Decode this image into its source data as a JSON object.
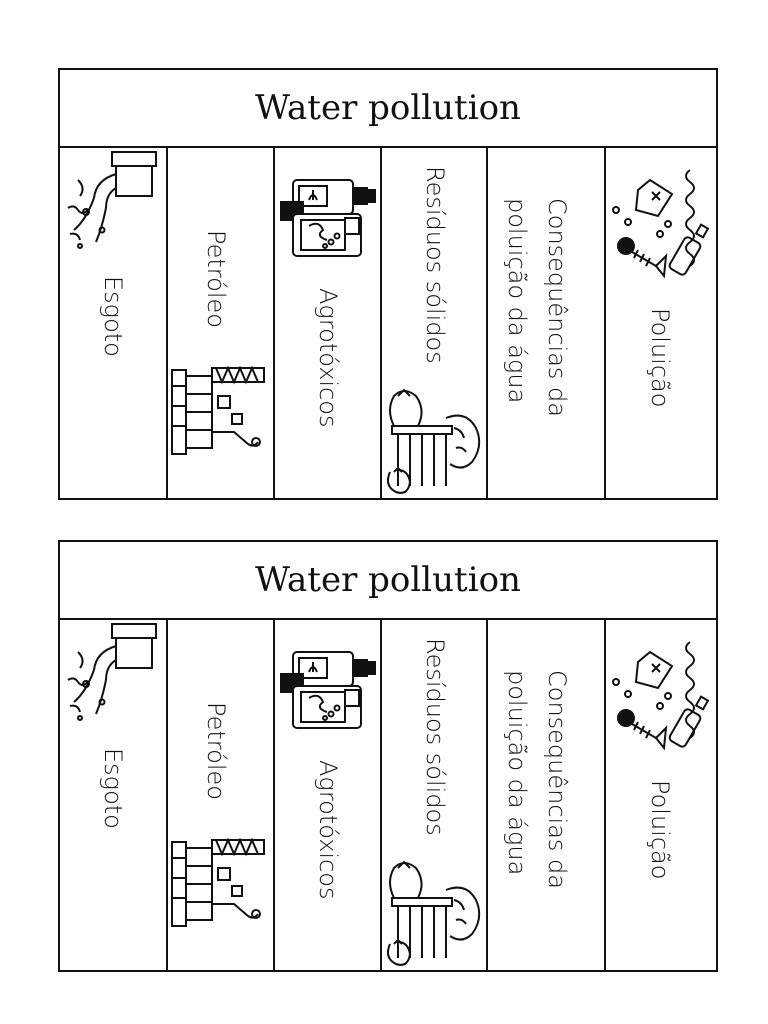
{
  "cards": [
    {
      "title": "Water pollution",
      "columns": [
        {
          "label": "Esgoto",
          "icon": "sewage-pipe-icon"
        },
        {
          "label": "Petróleo",
          "icon": "oil-platform-icon"
        },
        {
          "label": "Agrotóxicos",
          "icon": "pesticide-bottles-icon"
        },
        {
          "label": "Resíduos sólidos",
          "icon": "garbage-bags-icon"
        },
        {
          "label_line1": "Consequências da",
          "label_line2": "poluição da água"
        },
        {
          "label": "Poluição",
          "icon": "polluted-water-fish-icon"
        }
      ]
    },
    {
      "title": "Water pollution",
      "columns": [
        {
          "label": "Esgoto",
          "icon": "sewage-pipe-icon"
        },
        {
          "label": "Petróleo",
          "icon": "oil-platform-icon"
        },
        {
          "label": "Agrotóxicos",
          "icon": "pesticide-bottles-icon"
        },
        {
          "label": "Resíduos sólidos",
          "icon": "garbage-bags-icon"
        },
        {
          "label_line1": "Consequências da",
          "label_line2": "poluição da água"
        },
        {
          "label": "Poluição",
          "icon": "polluted-water-fish-icon"
        }
      ]
    }
  ]
}
